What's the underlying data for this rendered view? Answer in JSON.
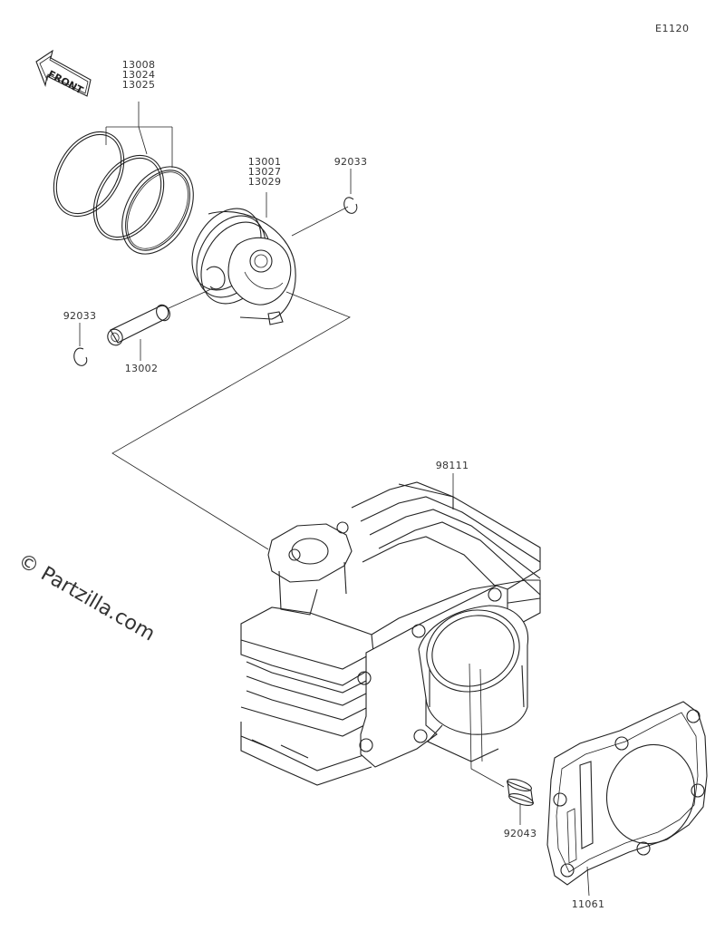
{
  "diagram_id": "E1120",
  "front_label": "FRONT",
  "watermark": "© Partzilla.com",
  "parts": {
    "piston_rings": [
      "13008",
      "13024",
      "13025"
    ],
    "piston": [
      "13001",
      "13027",
      "13029"
    ],
    "circlip_right": "92033",
    "circlip_left": "92033",
    "piston_pin": "13002",
    "cylinder": "98111",
    "dowel_pin": "92043",
    "gasket": "11061"
  }
}
